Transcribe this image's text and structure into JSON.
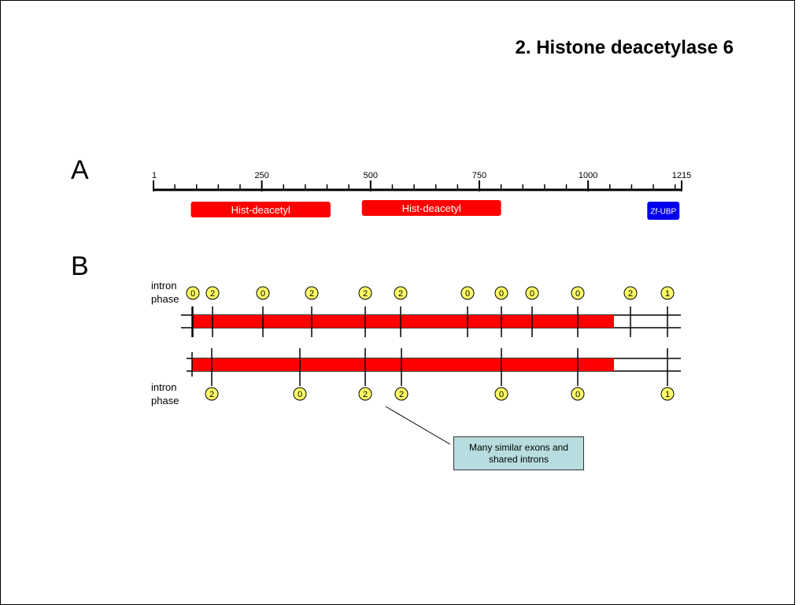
{
  "title": "2. Histone deacetylase 6",
  "panels": {
    "a": "A",
    "b": "B"
  },
  "protein": {
    "length": 1215,
    "ruler_labels": [
      {
        "value": 1,
        "label": "1"
      },
      {
        "value": 250,
        "label": "250"
      },
      {
        "value": 500,
        "label": "500"
      },
      {
        "value": 750,
        "label": "750"
      },
      {
        "value": 1000,
        "label": "1000"
      },
      {
        "value": 1215,
        "label": "1215"
      }
    ],
    "minor_tick_step": 50,
    "domains": [
      {
        "label": "Hist-deacetyl",
        "start": 87,
        "end": 408,
        "color": "#ff0000"
      },
      {
        "label": "Hist-deacetyl",
        "start": 480,
        "end": 800,
        "color": "#ff0000"
      },
      {
        "label": "Zf-UBP",
        "start": 1136,
        "end": 1210,
        "color": "#0000ee"
      }
    ]
  },
  "intron_phase_label": {
    "line1": "intron",
    "line2": "phase"
  },
  "gene_1": {
    "introns": [
      {
        "phase": "0"
      },
      {
        "phase": "2"
      },
      {
        "phase": "0"
      },
      {
        "phase": "2"
      },
      {
        "phase": "2"
      },
      {
        "phase": "2"
      },
      {
        "phase": "0"
      },
      {
        "phase": "0"
      },
      {
        "phase": "0"
      },
      {
        "phase": "0"
      },
      {
        "phase": "2"
      },
      {
        "phase": "1"
      }
    ]
  },
  "gene_2": {
    "introns": [
      {
        "phase": "2"
      },
      {
        "phase": "0"
      },
      {
        "phase": "2"
      },
      {
        "phase": "2"
      },
      {
        "phase": "0"
      },
      {
        "phase": "0"
      },
      {
        "phase": "1"
      }
    ]
  },
  "callout": "Many similar exons and shared introns",
  "colors": {
    "coding": "#ff0000",
    "phase_circle": "#ffff66",
    "domain_blue": "#0000ee",
    "callout_bg": "#b8dde0"
  }
}
